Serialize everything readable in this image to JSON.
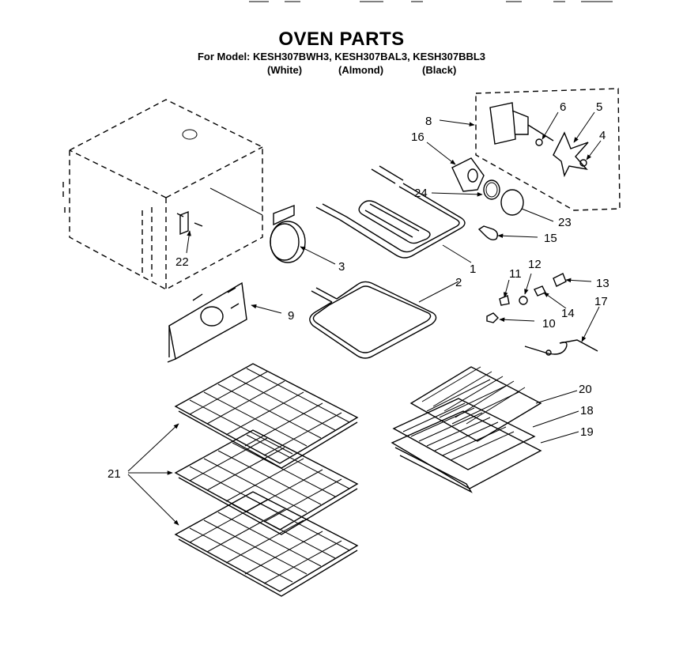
{
  "header": {
    "title": "OVEN PARTS",
    "models_line": "For Model: KESH307BWH3, KESH307BAL3, KESH307BBL3",
    "variants": [
      "(White)",
      "(Almond)",
      "(Black)"
    ]
  },
  "callouts": [
    "1",
    "2",
    "3",
    "4",
    "5",
    "6",
    "8",
    "9",
    "10",
    "11",
    "12",
    "13",
    "14",
    "15",
    "16",
    "17",
    "18",
    "19",
    "20",
    "21",
    "22",
    "23",
    "24"
  ],
  "colors": {
    "ink": "#000000",
    "paper": "#ffffff"
  }
}
